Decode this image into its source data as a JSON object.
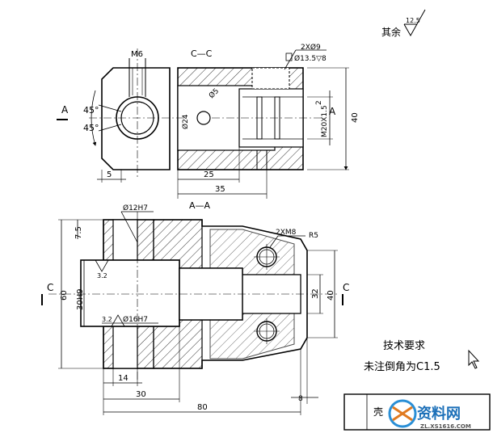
{
  "roughness": {
    "label": "其余",
    "value": "12.5"
  },
  "view_top": {
    "title": "C—C",
    "sec_label_left": "A",
    "sec_label_right": "A",
    "dims": {
      "w6": "M6",
      "angle_top": "45°",
      "angle_bottom": "45°",
      "d_small": "Ø5",
      "d_24": "Ø24",
      "hole_spec": "2XØ9",
      "cbore": "Ø13.5▽8",
      "dim_2": "2",
      "m20": "M20X1.5",
      "dim_40": "40",
      "dim_5": "5",
      "dim_25": "25",
      "dim_35": "35"
    }
  },
  "view_bottom": {
    "title": "A—A",
    "sec_label_left": "C",
    "sec_label_right": "C",
    "dims": {
      "d12": "Ø12H7",
      "d16": "Ø16H7",
      "m8": "2XM8",
      "r5": "R5",
      "dim_75": "7.5",
      "dim_60": "60",
      "dim_30h9": "30H9",
      "rough_32a": "3.2",
      "rough_32b": "3.2",
      "dim_32": "32",
      "dim_40": "40",
      "dim_14": "14",
      "dim_30": "30",
      "dim_80": "80",
      "dim_8": "8"
    }
  },
  "tech_req": {
    "title": "技术要求",
    "line1": "未注倒角为C1.5"
  },
  "title_block": {
    "partial_text": "壳"
  },
  "watermark": {
    "logo_text": "资料网",
    "url": "ZL.XS1616.COM"
  }
}
